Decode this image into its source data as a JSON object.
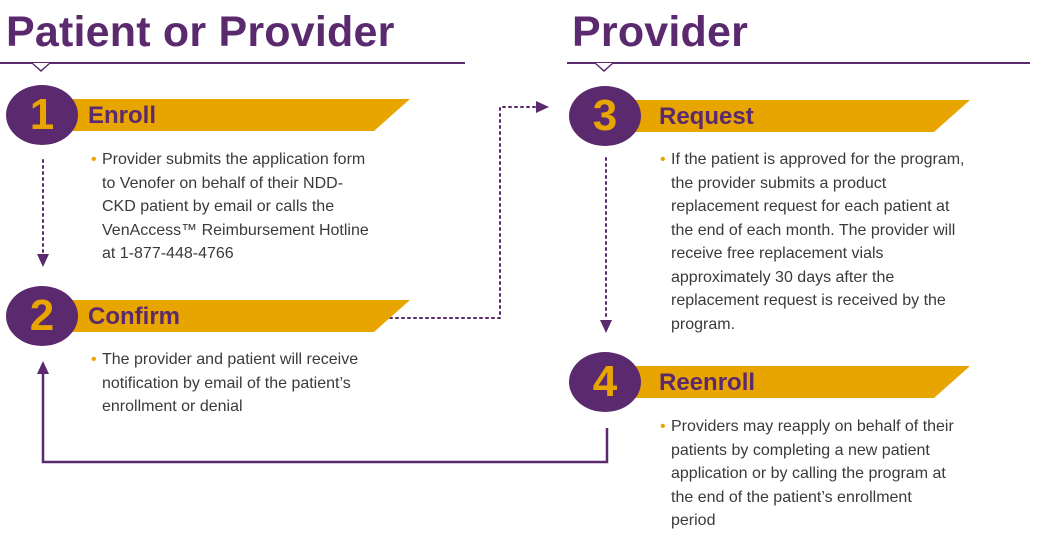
{
  "headings": {
    "left": "Patient or Provider",
    "right": "Provider"
  },
  "steps": [
    {
      "number": "1",
      "label": "Enroll",
      "text": "Provider submits the application form to Venofer on behalf of their NDD-CKD patient by email or calls the VenAccess™ Reimbursement Hotline at 1-877-448-4766"
    },
    {
      "number": "2",
      "label": "Confirm",
      "text": "The provider and patient will receive notification by email of the patient’s enrollment or denial"
    },
    {
      "number": "3",
      "label": "Request",
      "text": "If the patient is approved for the program, the provider submits a product replacement request for each patient at the end of each month. The provider will receive free replacement vials approximately 30 days after the replacement request is received by the program."
    },
    {
      "number": "4",
      "label": "Reenroll",
      "text": "Providers may reapply on behalf of their patients by completing a new patient application or by calling the program at the end of the patient’s enrollment period"
    }
  ],
  "colors": {
    "purple": "#5b2a6e",
    "gold": "#e8a500",
    "text": "#3a3a3a"
  }
}
